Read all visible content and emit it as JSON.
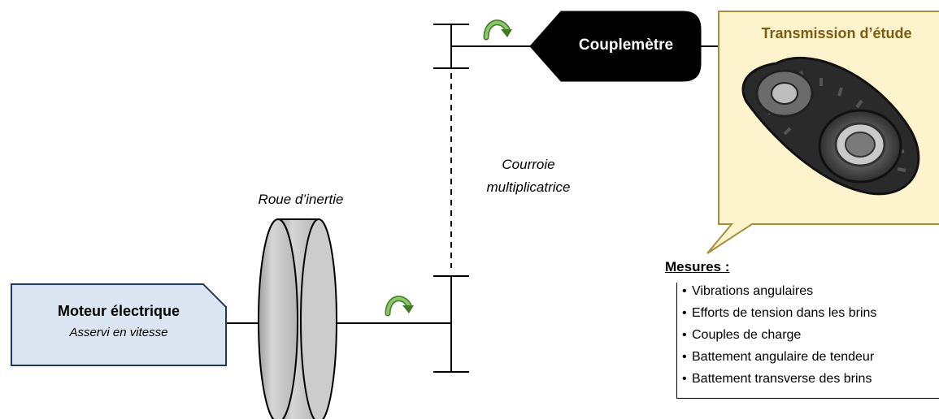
{
  "moteur": {
    "title": "Moteur électrique",
    "subtitle": "Asservi en vitesse"
  },
  "roue": {
    "label": "Roue d’inertie"
  },
  "courroie": {
    "line1": "Courroie",
    "line2": "multiplicatrice"
  },
  "couplemetre": {
    "label": "Couplemètre"
  },
  "transmission": {
    "title": "Transmission d’étude",
    "image_icon": "belt-and-pulleys-photo"
  },
  "mesures": {
    "title": "Mesures :",
    "items": [
      "Vibrations angulaires",
      "Efforts de tension dans les brins",
      "Couples de charge",
      "Battement angulaire de tendeur",
      "Battement transverse des brins"
    ]
  },
  "colors": {
    "moteur_fill": "#dce6f2",
    "moteur_border": "#1f3864",
    "couplemetre_fill": "#000000",
    "transmission_fill": "#fdf3cc",
    "transmission_border": "#a58d3b",
    "rotation_arrow": "#70ad47",
    "wheel_fill": "#bfbfbf"
  }
}
